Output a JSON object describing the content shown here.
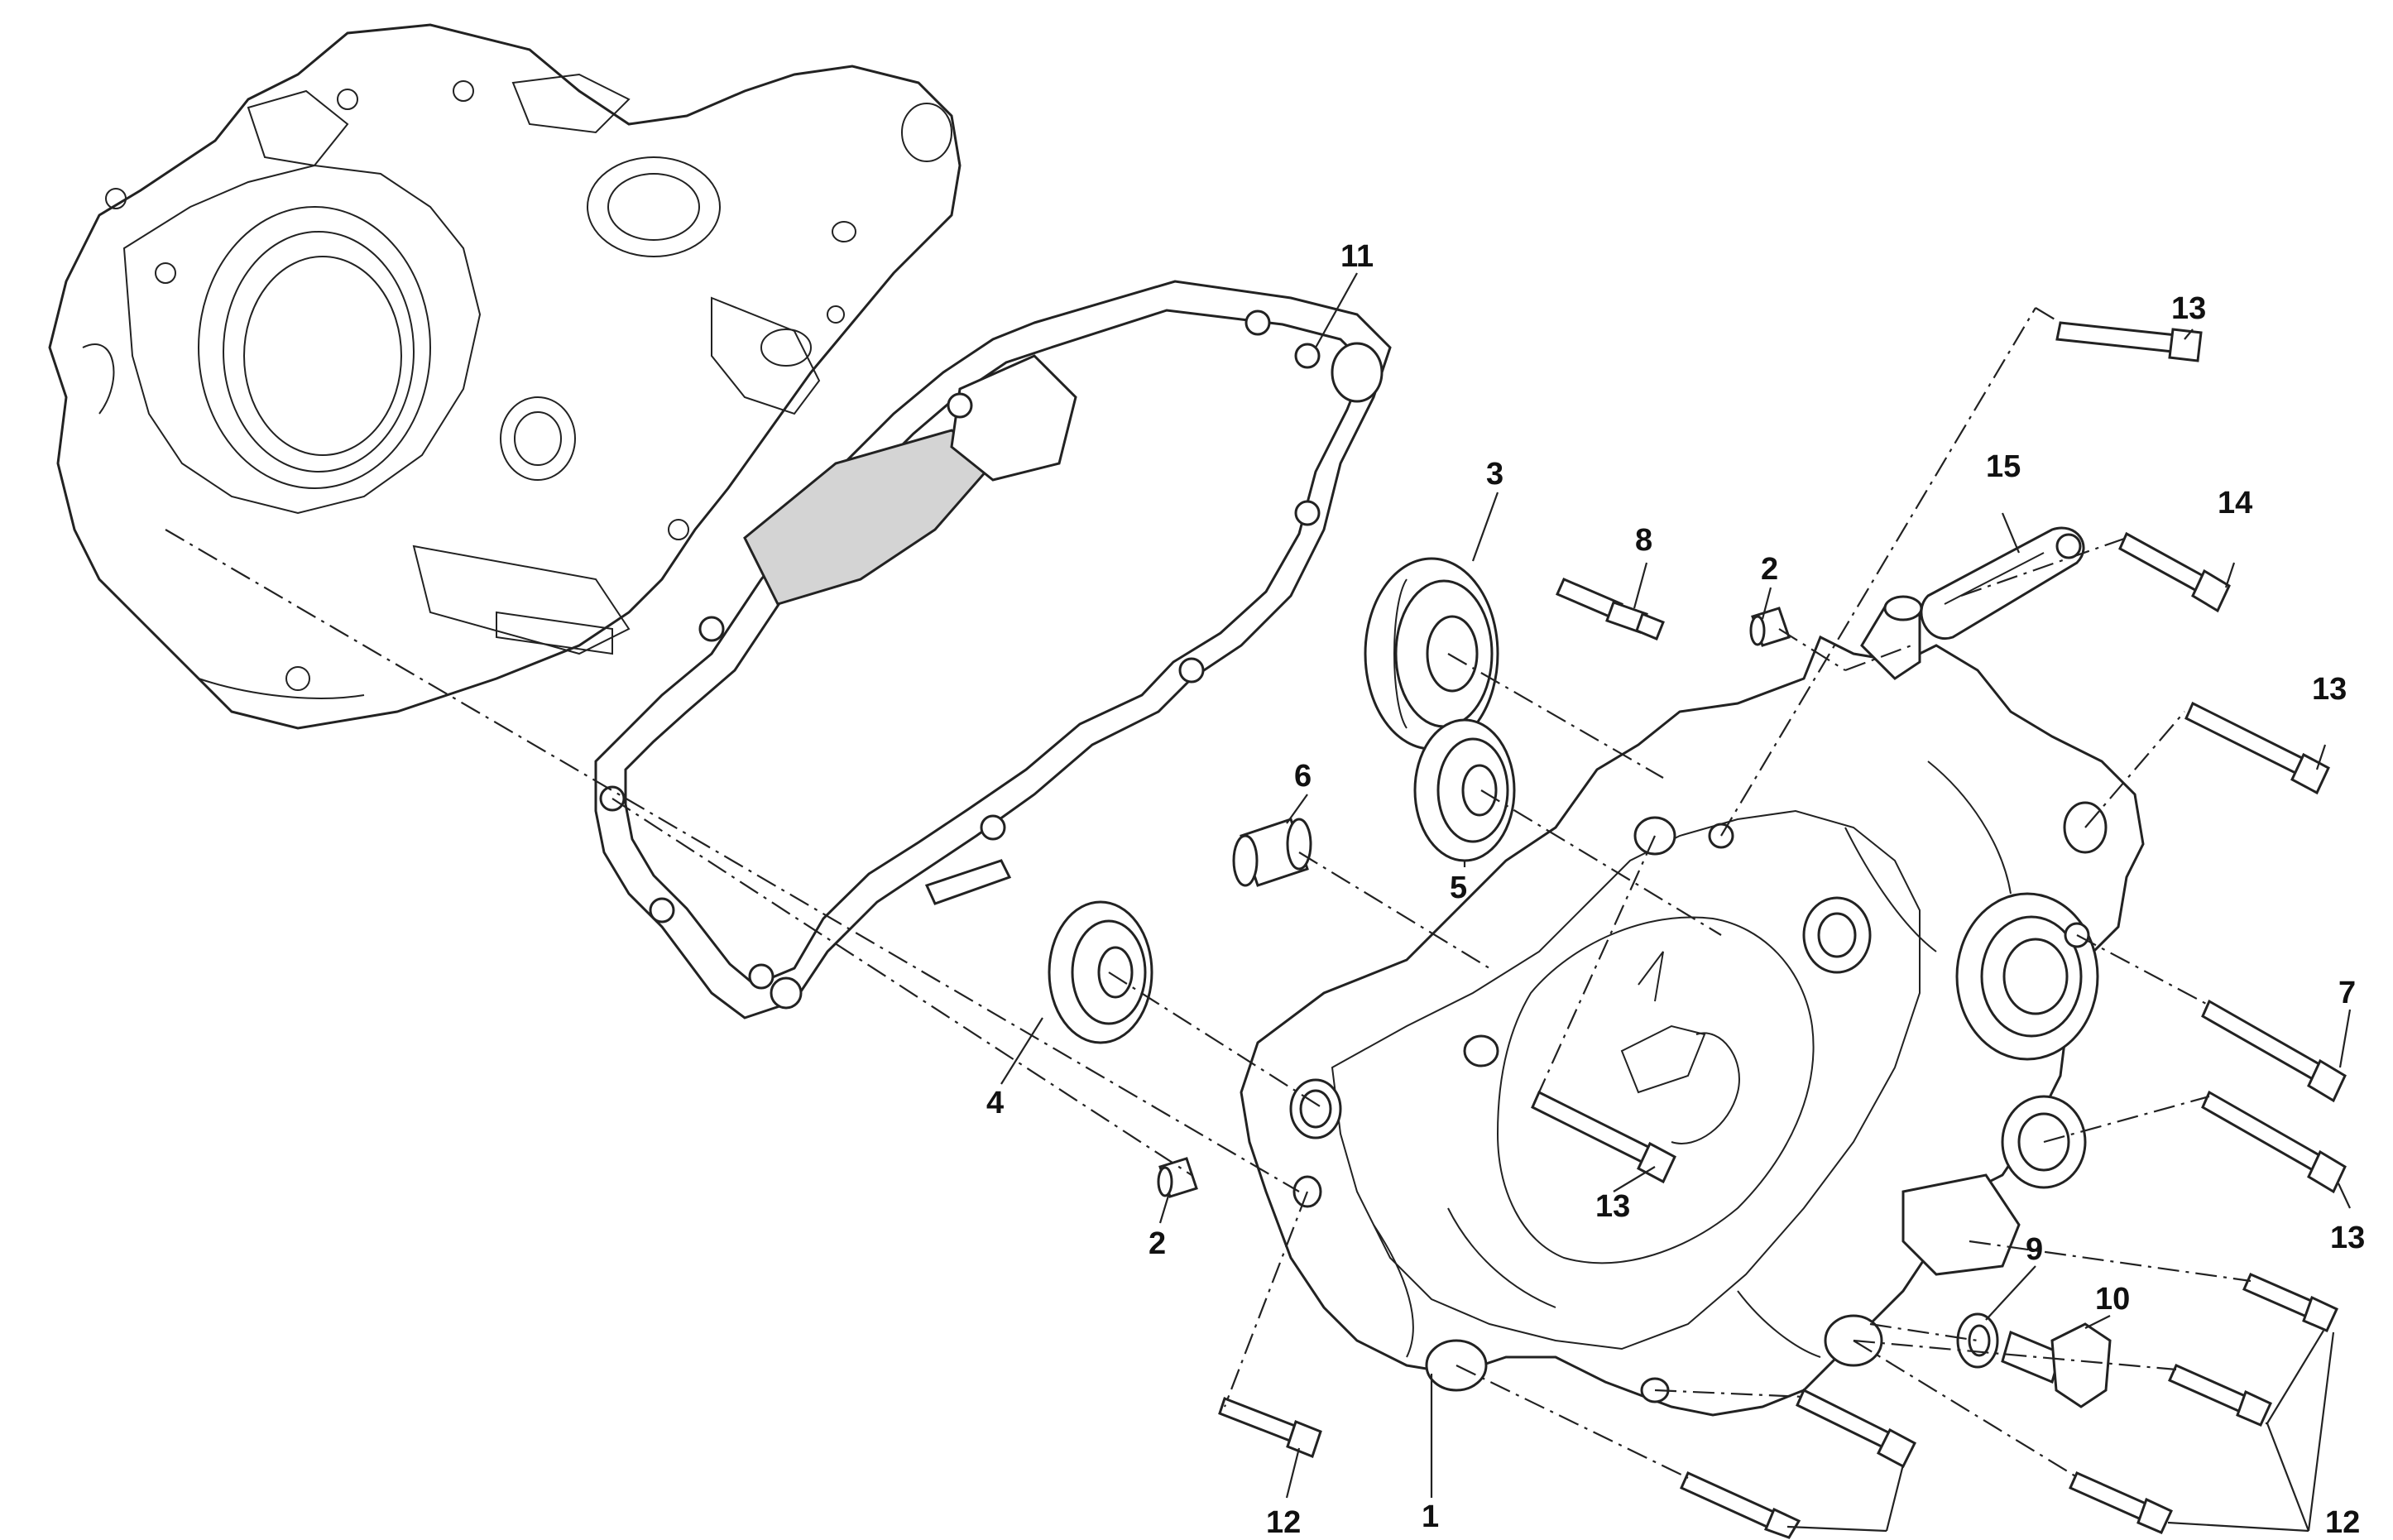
{
  "callouts": {
    "c1": "1",
    "c2a": "2",
    "c2b": "2",
    "c3": "3",
    "c4": "4",
    "c5": "5",
    "c6": "6",
    "c7": "7",
    "c8": "8",
    "c9": "9",
    "c10": "10",
    "c11": "11",
    "c12a": "12",
    "c12b": "12",
    "c13a": "13",
    "c13b": "13",
    "c13c": "13",
    "c13d": "13",
    "c14": "14",
    "c15": "15"
  }
}
